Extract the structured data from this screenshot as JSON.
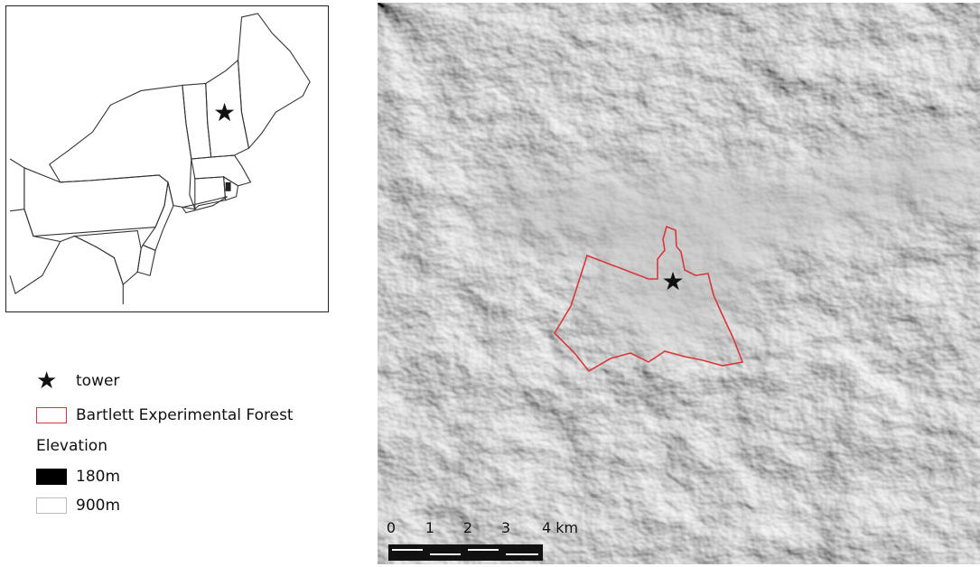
{
  "legend": {
    "items": [
      {
        "symbol": "star-icon",
        "label": "tower"
      },
      {
        "symbol": "outline-box",
        "label": "Bartlett Experimental Forest",
        "color": "#d9383a"
      }
    ],
    "elevation": {
      "title": "Elevation",
      "items": [
        {
          "label": "180m",
          "color": "#000000"
        },
        {
          "label": "900m",
          "color": "#ffffff"
        }
      ]
    }
  },
  "scalebar": {
    "labels": [
      "0",
      "1",
      "2",
      "3",
      "4 km"
    ]
  },
  "colors": {
    "forest_boundary": "#d9383a",
    "map_border": "#222222",
    "state_lines": "#333333"
  }
}
